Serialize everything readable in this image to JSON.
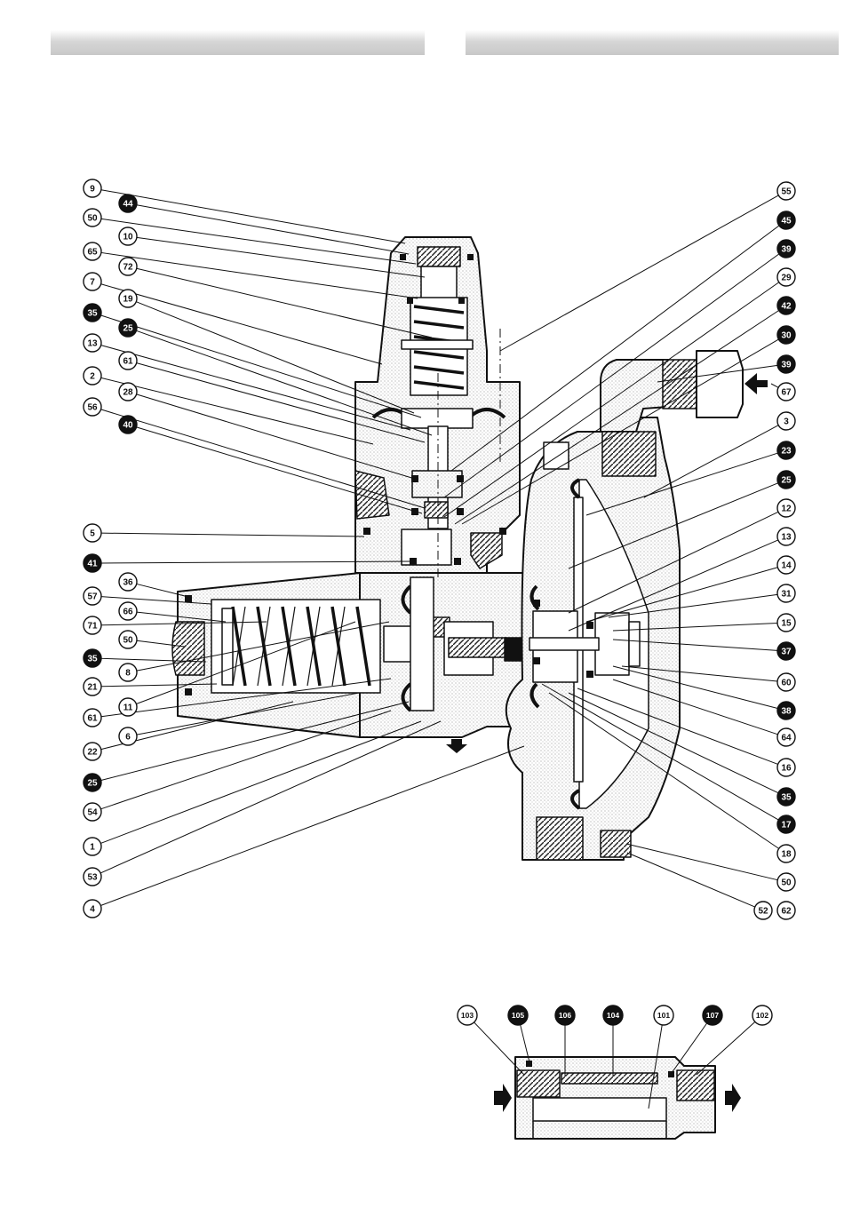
{
  "main_diagram": {
    "left_labels": [
      "9",
      "44",
      "50",
      "10",
      "65",
      "72",
      "7",
      "19",
      "35",
      "25",
      "13",
      "61",
      "2",
      "28",
      "56",
      "40",
      "5",
      "41",
      "36",
      "57",
      "66",
      "71",
      "50",
      "35",
      "8",
      "21",
      "11",
      "61",
      "6",
      "22",
      "25",
      "54",
      "1",
      "53",
      "4"
    ],
    "left_filled": [
      "44",
      "35",
      "25",
      "40",
      "41",
      "35",
      "25"
    ],
    "right_labels": [
      "55",
      "45",
      "39",
      "29",
      "42",
      "30",
      "39",
      "67",
      "3",
      "23",
      "25",
      "12",
      "13",
      "14",
      "31",
      "15",
      "37",
      "60",
      "38",
      "64",
      "16",
      "35",
      "17",
      "18",
      "50",
      "52",
      "62"
    ],
    "right_filled": [
      "45",
      "39",
      "42",
      "30",
      "39",
      "23",
      "25",
      "37",
      "38",
      "35",
      "17"
    ]
  },
  "filter_diagram": {
    "labels": [
      "103",
      "105",
      "106",
      "104",
      "101",
      "107",
      "102"
    ],
    "filled": [
      "105",
      "106",
      "104",
      "107"
    ]
  }
}
